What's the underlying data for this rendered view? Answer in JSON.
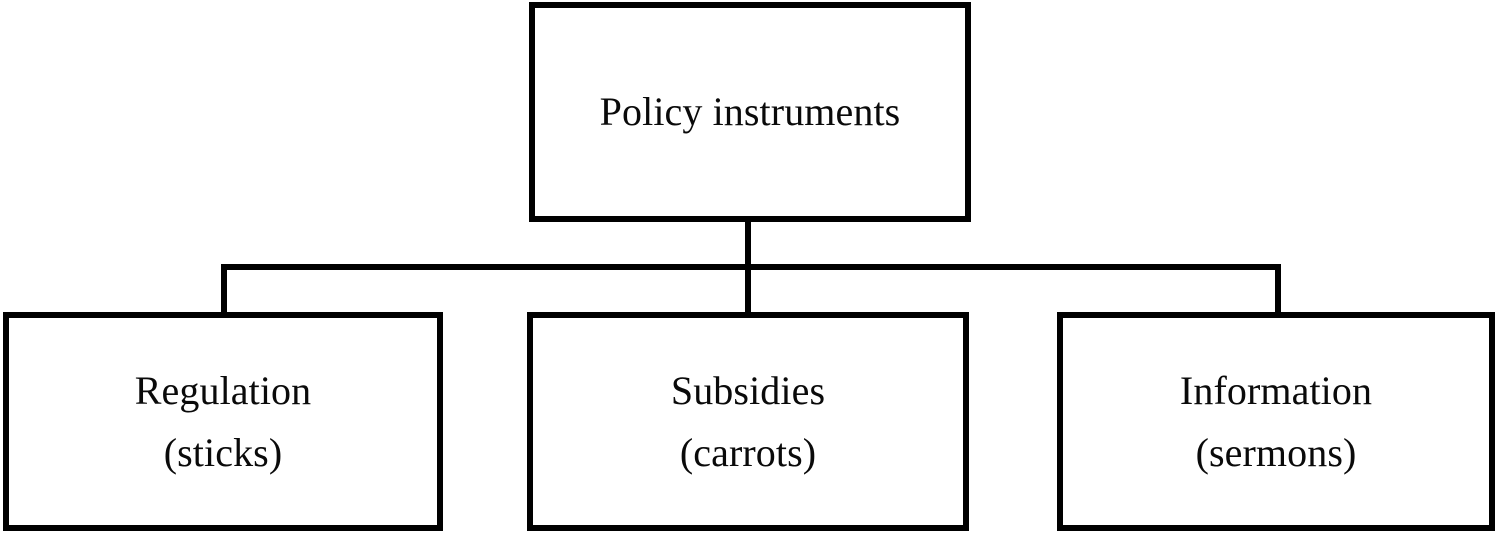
{
  "diagram": {
    "type": "hierarchy-tree",
    "orientation": "top-down",
    "levels": 2,
    "colors": {
      "background": "#ffffff",
      "box_border": "#000000",
      "box_fill": "#ffffff",
      "connector": "#000000",
      "text": "#0a0a0a"
    },
    "root": {
      "id": "policy-instruments",
      "label": "Policy instruments",
      "line1": "Policy instruments",
      "line2": ""
    },
    "children": [
      {
        "id": "regulation",
        "label": "Regulation (sticks)",
        "line1": "Regulation",
        "line2": "(sticks)"
      },
      {
        "id": "subsidies",
        "label": "Subsidies (carrots)",
        "line1": "Subsidies",
        "line2": "(carrots)"
      },
      {
        "id": "information",
        "label": "Information (sermons)",
        "line1": "Information",
        "line2": "(sermons)"
      }
    ],
    "edges": [
      {
        "from": "policy-instruments",
        "to": "regulation"
      },
      {
        "from": "policy-instruments",
        "to": "subsidies"
      },
      {
        "from": "policy-instruments",
        "to": "information"
      }
    ]
  }
}
